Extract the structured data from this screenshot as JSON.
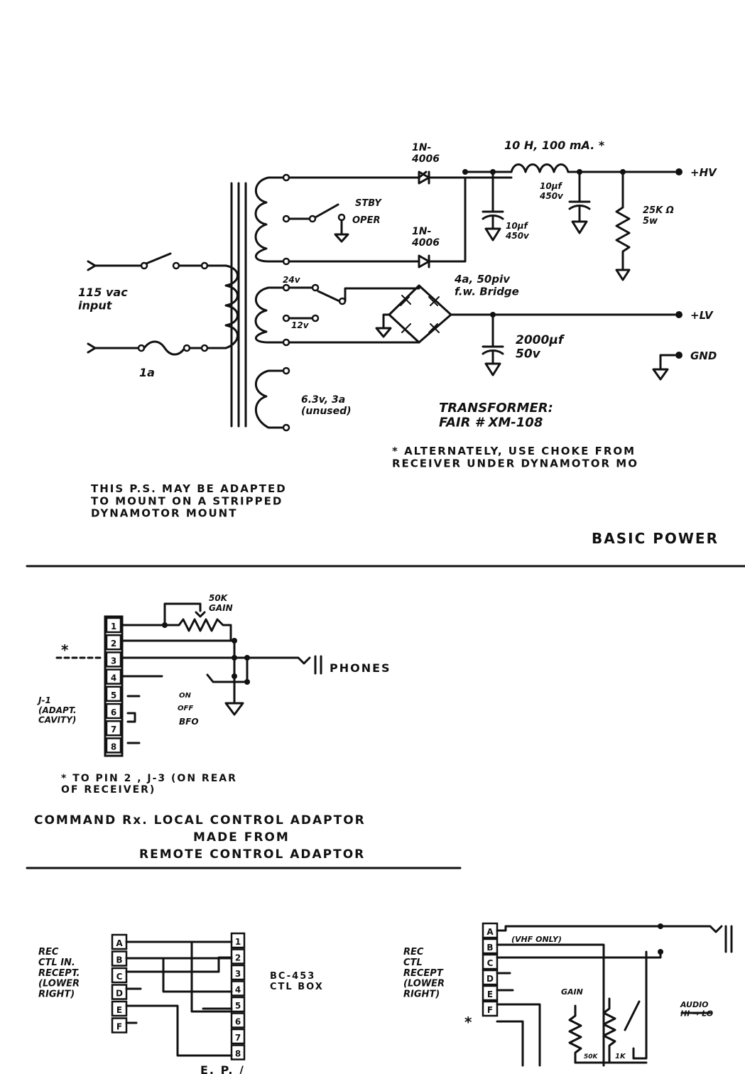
{
  "power_supply": {
    "input_label": "115 vac\ninput",
    "fuse_label": "1a",
    "diode_top": "1N-\n4006",
    "diode_bottom": "1N-\n4006",
    "choke_label": "10 H, 100 mA. *",
    "stby_label": "STBY",
    "oper_label": "OPER",
    "cap1_label": "10µf\n450v",
    "cap2_label": "10µf\n450v",
    "resistor_label": "25K Ω\n5w",
    "hv_label": "+HV",
    "winding_24v": "24v",
    "winding_12v": "12v",
    "bridge_label": "4a, 50piv\nf.w. Bridge",
    "lv_label": "+LV",
    "lv_cap_label": "2000µf\n50v",
    "gnd_label": "GND",
    "filament_label": "6.3v, 3a\n(unused)",
    "transformer_label": "TRANSFORMER:\nFAIR # XM-108",
    "footnote": "* ALTERNATELY, USE CHOKE FROM\nRECEIVER UNDER DYNAMOTOR MO",
    "note": "THIS P.S. MAY BE ADAPTED\nTO MOUNT ON A STRIPPED\nDYNAMOTOR MOUNT",
    "title": "BASIC POWER"
  },
  "control_adaptor": {
    "gain_label": "50K\nGAIN",
    "phones_label": "PHONES",
    "jack_label": "J-1\n(ADAPT.\nCAVITY)",
    "on_label": "ON",
    "off_label": "OFF",
    "bfo_label": "BFO",
    "star": "*",
    "pins": [
      "1",
      "2",
      "3",
      "4",
      "5",
      "6",
      "7",
      "8"
    ],
    "note": "* TO PIN 2 , J-3 (ON REAR\nOF RECEIVER)",
    "title_line1": "COMMAND Rx. LOCAL CONTROL ADAPTOR",
    "title_line2": "MADE FROM",
    "title_line3": "REMOTE CONTROL ADAPTOR"
  },
  "cable_left": {
    "rec_label": "REC\nCTL IN.\nRECEPT.\n(LOWER\nRIGHT)",
    "left_pins": [
      "A",
      "B",
      "C",
      "D",
      "E",
      "F"
    ],
    "right_pins": [
      "1",
      "2",
      "3",
      "4",
      "5",
      "6",
      "7",
      "8"
    ],
    "box_label": "BC-453\nCTL BOX",
    "bottom_text": "E.  P.  /"
  },
  "cable_right": {
    "rec_label": "REC\nCTL\nRECEPT\n(LOWER\nRIGHT)",
    "pins": [
      "A",
      "B",
      "C",
      "D",
      "E",
      "F"
    ],
    "vhf_label": "(VHF ONLY)",
    "gain_label": "GAIN",
    "audio_label": "AUDIO\nHI → LO",
    "r1": "50K",
    "r2": "1K",
    "star": "*"
  }
}
